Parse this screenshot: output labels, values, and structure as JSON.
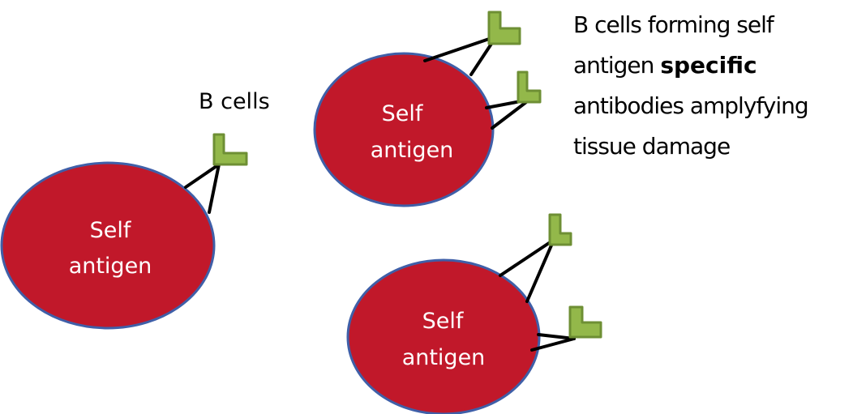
{
  "diagram": {
    "title": "B cells forming self antigen specific antibodies",
    "colors": {
      "cell_fill": "#c1182a",
      "cell_stroke": "#3f5fa8",
      "antibody_fill": "#93b84a",
      "antibody_stroke": "#6e8f34",
      "link_color": "#000000",
      "label_text": "#ffffff"
    },
    "cells": [
      {
        "id": "cell-left",
        "line1": "Self",
        "line2": "antigen",
        "antibody_count": 1
      },
      {
        "id": "cell-top",
        "line1": "Self",
        "line2": "antigen",
        "antibody_count": 2
      },
      {
        "id": "cell-bottom",
        "line1": "Self",
        "line2": "antigen",
        "antibody_count": 2
      }
    ],
    "b_cell_label": "B cells",
    "annotation": {
      "line1": "B cells forming self",
      "line2_start": "antigen",
      "line2_bold": "specific",
      "line3": "antibodies amplyfying",
      "line4": "tissue damage"
    },
    "icons": {
      "antibody": "antibody-l-shape-icon"
    }
  }
}
